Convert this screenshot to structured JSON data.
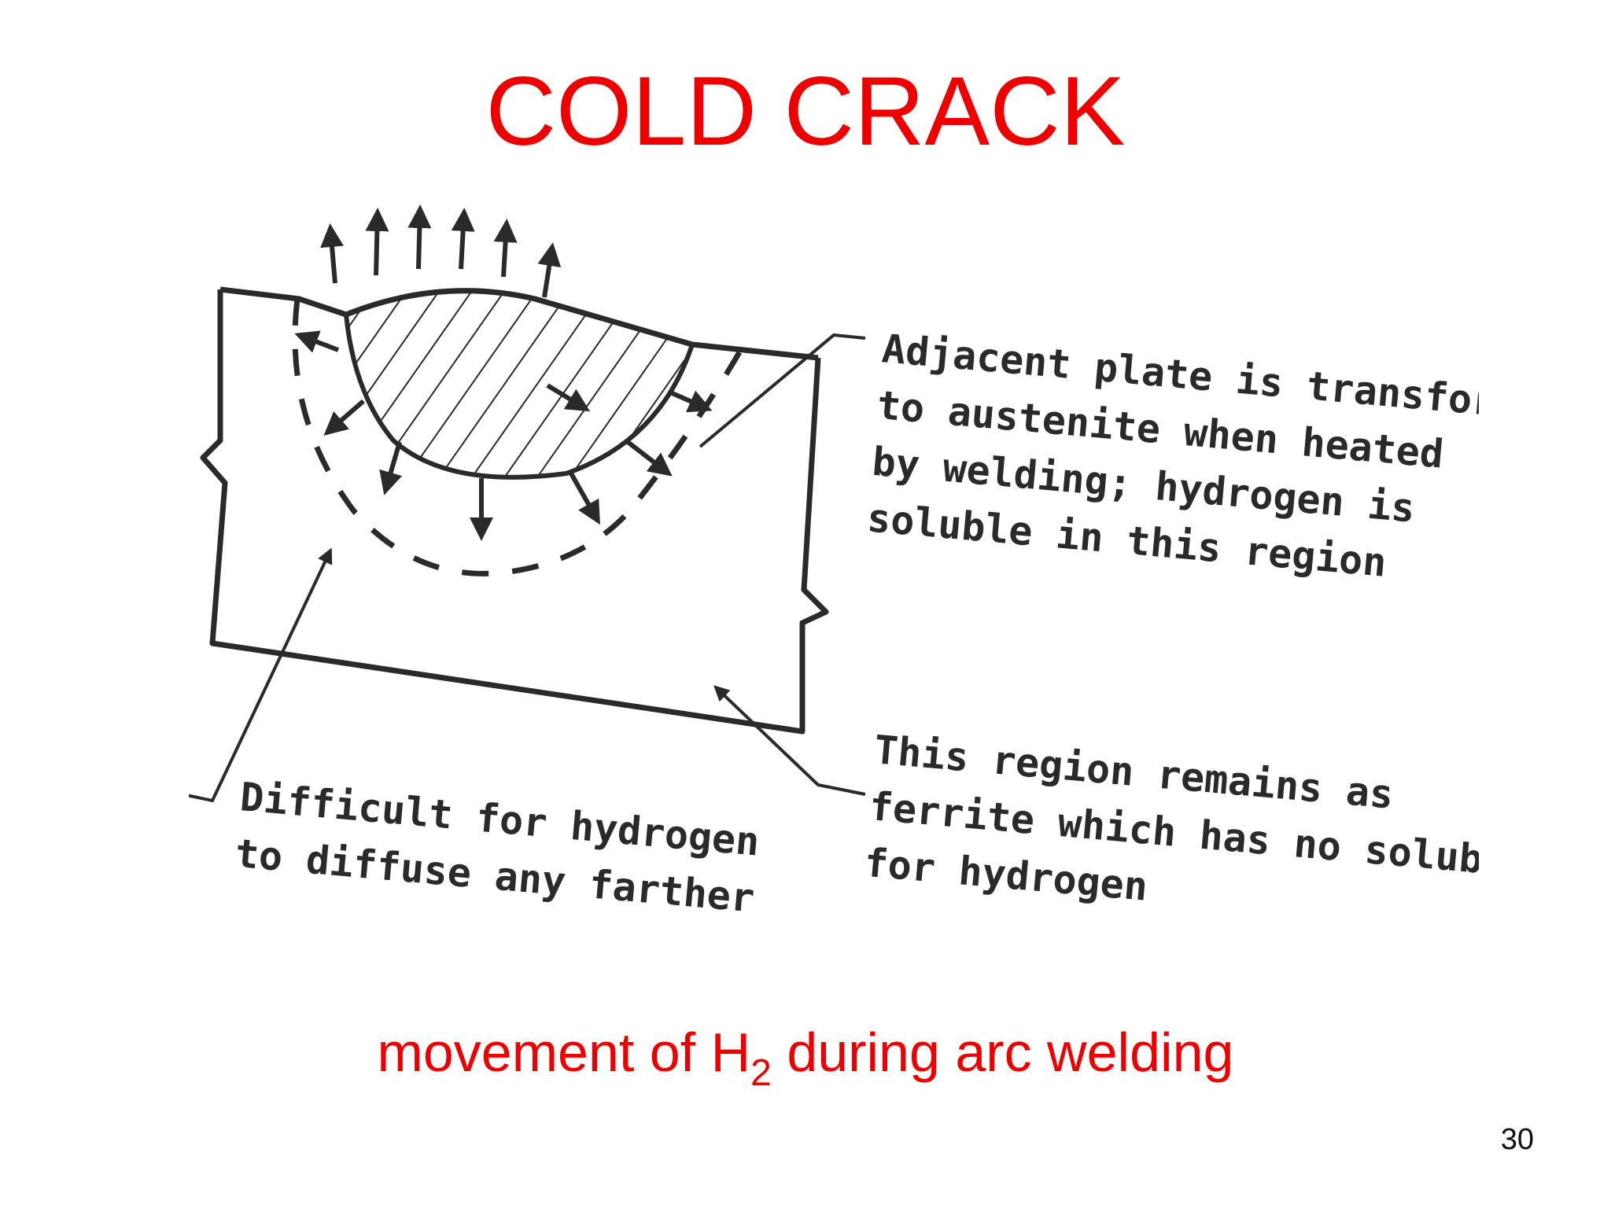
{
  "slide": {
    "title": "COLD CRACK",
    "caption_pre": "movement of H",
    "caption_sub": "2",
    "caption_post": " during arc welding",
    "page_number": "30"
  },
  "diagram": {
    "annotations": {
      "adjacent_plate": [
        "Adjacent plate is transformed",
        "to austenite when heated",
        "by welding; hydrogen is",
        "soluble in this region"
      ],
      "difficult": [
        "Difficult for hydrogen",
        "to diffuse any farther"
      ],
      "ferrite": [
        "This region remains as",
        "ferrite which has no solubility",
        "for hydrogen"
      ]
    }
  },
  "colors": {
    "accent": "#ee0000",
    "ink": "#2a2a2a"
  }
}
